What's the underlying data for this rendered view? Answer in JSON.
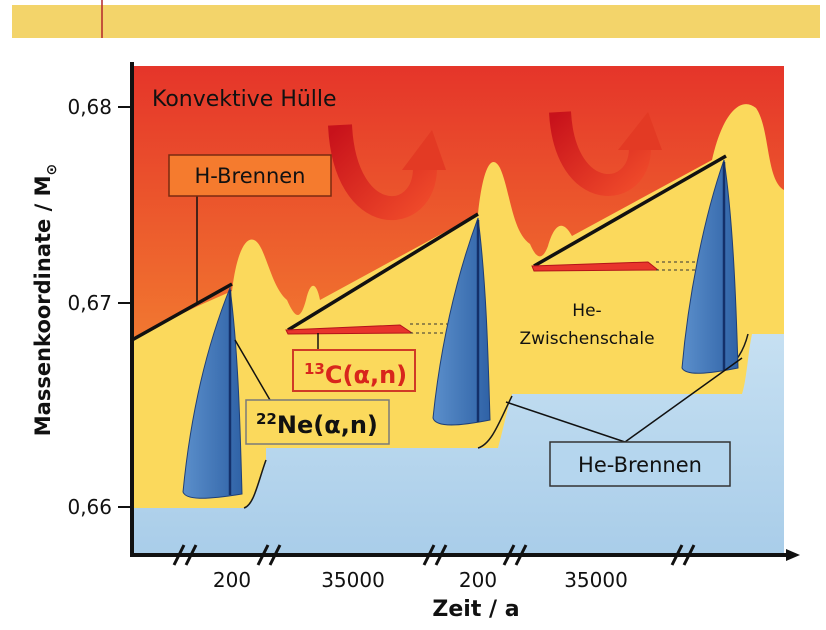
{
  "y_axis": {
    "label": "Massenkoordinate / M",
    "unit_symbol": "⊙",
    "ticks": [
      "0,68",
      "0,67",
      "0,66"
    ]
  },
  "x_axis": {
    "label": "Zeit / a",
    "interval_labels": [
      "200",
      "35000",
      "200",
      "35000"
    ]
  },
  "regions": {
    "envelope": "Konvektive Hülle",
    "intershell_line1": "He-",
    "intershell_line2": "Zwischenschale"
  },
  "callouts": {
    "h_burning": "H-Brennen",
    "he_burning": "He-Brennen",
    "c13_sup": "13",
    "c13_rest": "C(α,n)",
    "ne22_sup": "22",
    "ne22_rest": "Ne(α,n)"
  },
  "colors": {
    "envelope_top": "#e8352a",
    "envelope_bottom": "#f7a53a",
    "intershell": "#fbd95c",
    "core": "#b5d6ee",
    "pulse": "#3f78b8",
    "pocket": "#e8342c",
    "arrow": "#e02b20",
    "header_bar": "#f3d46a",
    "accent_line": "#b3262b"
  }
}
